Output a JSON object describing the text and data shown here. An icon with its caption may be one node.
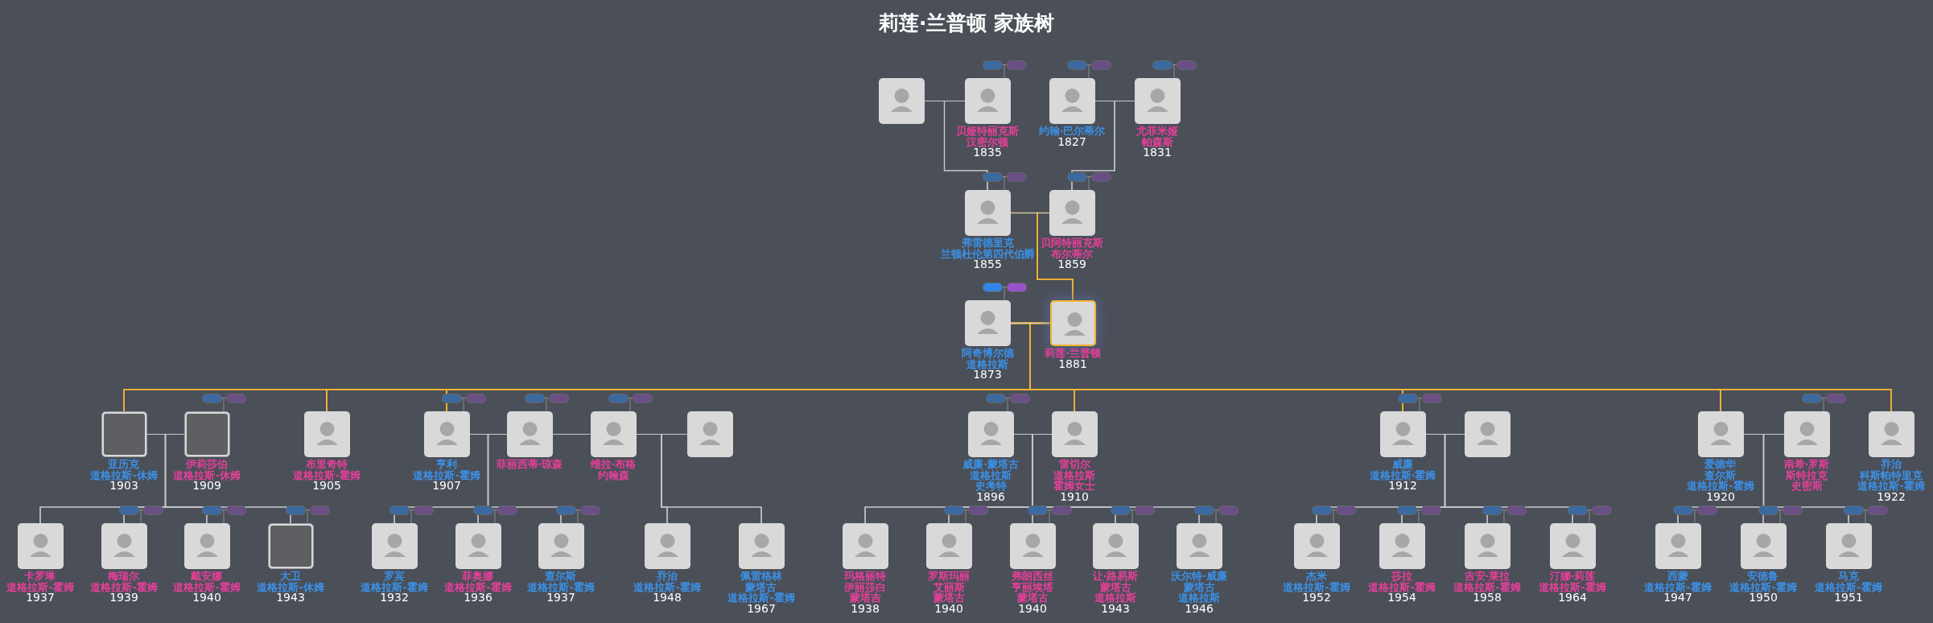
{
  "diagram": {
    "title": "莉莲·兰普顿 家族树",
    "nodes": [
      {
        "text": [],
        "shape": "person"
      },
      {
        "text": [
          "贝娅特丽克斯",
          "汉密尔顿",
          "1835"
        ]
      },
      {
        "text": [
          "约翰·巴尔蒂尔",
          "1827"
        ]
      },
      {
        "text": [
          "尤菲米娅",
          "帕森斯",
          "1831"
        ]
      },
      {
        "text": [
          "弗雷德里克",
          "兰顿杜伦第四代伯爵",
          "1855"
        ]
      },
      {
        "text": [
          "贝阿特丽克斯",
          "布尔蒂尔",
          "1859"
        ]
      },
      {
        "text": [
          "阿奇博尔德",
          "道格拉斯",
          "1873"
        ]
      },
      {
        "text": [
          "莉莲·兰普顿",
          "1881"
        ]
      },
      {
        "text": [
          "亚历克",
          "道格拉斯-休姆",
          "1903"
        ]
      },
      {
        "text": [
          "伊莉莎伯",
          "道格拉斯-休姆",
          "1909"
        ]
      },
      {
        "text": [
          "布里奇特",
          "道格拉斯-霍姆",
          "1905"
        ]
      },
      {
        "text": [
          "亨利",
          "道格拉斯-霍姆",
          "1907"
        ]
      },
      {
        "text": [
          "菲丽西蒂·琼森"
        ]
      },
      {
        "text": [
          "维拉·布格",
          "约翰森"
        ]
      },
      {
        "text": [],
        "shape": "person"
      },
      {
        "text": [
          "威廉·蒙塔古",
          "道格拉斯",
          "史考特",
          "1896"
        ]
      },
      {
        "text": [
          "雷切尔",
          "道格拉斯",
          "霍姆女士",
          "1910"
        ]
      },
      {
        "text": [
          "威廉",
          "道格拉斯·霍姆",
          "1912"
        ]
      },
      {
        "text": [],
        "shape": "person"
      },
      {
        "text": [
          "爱德华",
          "查尔斯",
          "道格拉斯-霍姆",
          "1920"
        ]
      },
      {
        "text": [
          "南希·罗斯",
          "斯特拉克",
          "史密斯"
        ]
      },
      {
        "text": [
          "乔治",
          "科斯帕特里克",
          "道格拉斯-霍姆",
          "1922"
        ]
      },
      {
        "text": [
          "卡罗琳",
          "道格拉斯-霍姆",
          "1937"
        ]
      },
      {
        "text": [
          "梅瑞尔",
          "道格拉斯-霍姆",
          "1939"
        ]
      },
      {
        "text": [
          "戴安娜",
          "道格拉斯-霍姆",
          "1940"
        ]
      },
      {
        "text": [
          "大卫",
          "道格拉斯-休姆",
          "1943"
        ]
      },
      {
        "text": [
          "罗宾",
          "道格拉斯-霍姆",
          "1932"
        ]
      },
      {
        "text": [
          "菲奥娜",
          "道格拉斯-霍姆",
          "1936"
        ]
      },
      {
        "text": [
          "查尔斯",
          "道格拉斯-霍姆",
          "1937"
        ]
      },
      {
        "text": [
          "乔治",
          "道格拉斯-霍姆",
          "1948"
        ]
      },
      {
        "text": [
          "佩雷格林",
          "蒙塔古",
          "道格拉斯-霍姆",
          "1967"
        ]
      },
      {
        "text": [
          "玛格丽特",
          "伊丽莎白",
          "蒙塔吉",
          "1938"
        ]
      },
      {
        "text": [
          "罗斯玛丽",
          "艾丽斯",
          "蒙塔古",
          "1940"
        ]
      },
      {
        "text": [
          "弗朗西丝",
          "亨丽埃塔",
          "蒙塔古",
          "1940"
        ]
      },
      {
        "text": [
          "让·路易斯",
          "蒙塔古",
          "道格拉斯",
          "1943"
        ]
      },
      {
        "text": [
          "沃尔特·威廉",
          "蒙塔古",
          "道格拉斯",
          "1946"
        ]
      },
      {
        "text": [
          "杰米",
          "道格拉斯-霍姆",
          "1952"
        ]
      },
      {
        "text": [
          "莎拉",
          "道格拉斯-霍姆",
          "1954"
        ]
      },
      {
        "text": [
          "吉安·莱拉",
          "道格拉斯-霍姆",
          "1958"
        ]
      },
      {
        "text": [
          "汀娜·莉莲",
          "道格拉斯-霍姆",
          "1964"
        ]
      },
      {
        "text": [
          "西蒙",
          "道格拉斯-霍姆",
          "1947"
        ]
      },
      {
        "text": [
          "安德鲁",
          "道格拉斯-霍姆",
          "1950"
        ]
      },
      {
        "text": [
          "马克",
          "道格拉斯-霍姆",
          "1951"
        ]
      }
    ],
    "edges": [
      {
        "from": 0,
        "to": 4,
        "arrow": "none"
      },
      {
        "from": 1,
        "to": 4,
        "arrow": "none"
      },
      {
        "from": 2,
        "to": 5,
        "arrow": "none"
      },
      {
        "from": 3,
        "to": 5,
        "arrow": "none"
      },
      {
        "from": 4,
        "to": 7,
        "arrow": "none",
        "color": "#f2b534"
      },
      {
        "from": 5,
        "to": 7,
        "arrow": "none",
        "color": "#f2b534"
      },
      {
        "from": 6,
        "to": 8,
        "arrow": "none",
        "color": "#f2b534"
      },
      {
        "from": 7,
        "to": 8,
        "arrow": "none",
        "color": "#f2b534"
      },
      {
        "from": 6,
        "to": 10,
        "arrow": "none",
        "color": "#f2b534"
      },
      {
        "from": 7,
        "to": 10,
        "arrow": "none",
        "color": "#f2b534"
      },
      {
        "from": 6,
        "to": 11,
        "arrow": "none",
        "color": "#f2b534"
      },
      {
        "from": 7,
        "to": 11,
        "arrow": "none",
        "color": "#f2b534"
      },
      {
        "from": 6,
        "to": 16,
        "arrow": "none",
        "color": "#f2b534"
      },
      {
        "from": 7,
        "to": 16,
        "arrow": "none",
        "color": "#f2b534"
      },
      {
        "from": 6,
        "to": 17,
        "arrow": "none",
        "color": "#f2b534"
      },
      {
        "from": 7,
        "to": 17,
        "arrow": "none",
        "color": "#f2b534"
      },
      {
        "from": 6,
        "to": 19,
        "arrow": "none",
        "color": "#f2b534"
      },
      {
        "from": 7,
        "to": 19,
        "arrow": "none",
        "color": "#f2b534"
      },
      {
        "from": 6,
        "to": 21,
        "arrow": "none",
        "color": "#f2b534"
      },
      {
        "from": 7,
        "to": 21,
        "arrow": "none",
        "color": "#f2b534"
      },
      {
        "from": 8,
        "to": 22,
        "arrow": "none"
      },
      {
        "from": 9,
        "to": 22,
        "arrow": "none"
      },
      {
        "from": 8,
        "to": 23,
        "arrow": "none"
      },
      {
        "from": 9,
        "to": 23,
        "arrow": "none"
      },
      {
        "from": 8,
        "to": 24,
        "arrow": "none"
      },
      {
        "from": 9,
        "to": 24,
        "arrow": "none"
      },
      {
        "from": 8,
        "to": 25,
        "arrow": "none"
      },
      {
        "from": 9,
        "to": 25,
        "arrow": "none"
      },
      {
        "from": 11,
        "to": 26,
        "arrow": "none"
      },
      {
        "from": 12,
        "to": 26,
        "arrow": "none"
      },
      {
        "from": 11,
        "to": 27,
        "arrow": "none"
      },
      {
        "from": 12,
        "to": 27,
        "arrow": "none"
      },
      {
        "from": 11,
        "to": 28,
        "arrow": "none"
      },
      {
        "from": 12,
        "to": 28,
        "arrow": "none"
      },
      {
        "from": 13,
        "to": 29,
        "arrow": "none"
      },
      {
        "from": 14,
        "to": 29,
        "arrow": "none"
      },
      {
        "from": 13,
        "to": 30,
        "arrow": "none"
      },
      {
        "from": 14,
        "to": 30,
        "arrow": "none"
      },
      {
        "from": 15,
        "to": 31,
        "arrow": "none"
      },
      {
        "from": 16,
        "to": 31,
        "arrow": "none"
      },
      {
        "from": 15,
        "to": 32,
        "arrow": "none"
      },
      {
        "from": 16,
        "to": 32,
        "arrow": "none"
      },
      {
        "from": 15,
        "to": 33,
        "arrow": "none"
      },
      {
        "from": 16,
        "to": 33,
        "arrow": "none"
      },
      {
        "from": 15,
        "to": 34,
        "arrow": "none"
      },
      {
        "from": 16,
        "to": 34,
        "arrow": "none"
      },
      {
        "from": 15,
        "to": 35,
        "arrow": "none"
      },
      {
        "from": 16,
        "to": 35,
        "arrow": "none"
      },
      {
        "from": 17,
        "to": 36,
        "arrow": "none"
      },
      {
        "from": 18,
        "to": 36,
        "arrow": "none"
      },
      {
        "from": 17,
        "to": 37,
        "arrow": "none"
      },
      {
        "from": 18,
        "to": 37,
        "arrow": "none"
      },
      {
        "from": 17,
        "to": 38,
        "arrow": "none"
      },
      {
        "from": 18,
        "to": 38,
        "arrow": "none"
      },
      {
        "from": 17,
        "to": 39,
        "arrow": "none"
      },
      {
        "from": 18,
        "to": 39,
        "arrow": "none"
      },
      {
        "from": 19,
        "to": 40,
        "arrow": "none"
      },
      {
        "from": 20,
        "to": 40,
        "arrow": "none"
      },
      {
        "from": 19,
        "to": 41,
        "arrow": "none"
      },
      {
        "from": 20,
        "to": 41,
        "arrow": "none"
      },
      {
        "from": 19,
        "to": 42,
        "arrow": "none"
      },
      {
        "from": 20,
        "to": 42,
        "arrow": "none"
      },
      {
        "from": 0,
        "to": 1,
        "arrow": "none"
      },
      {
        "from": 2,
        "to": 3,
        "arrow": "none"
      },
      {
        "from": 4,
        "to": 5,
        "arrow": "none"
      },
      {
        "from": 6,
        "to": 7,
        "arrow": "none"
      },
      {
        "from": 8,
        "to": 9,
        "arrow": "none"
      },
      {
        "from": 11,
        "to": 12,
        "arrow": "none"
      },
      {
        "from": 12,
        "to": 13,
        "arrow": "none"
      },
      {
        "from": 13,
        "to": 14,
        "arrow": "none"
      },
      {
        "from": 15,
        "to": 16,
        "arrow": "none"
      },
      {
        "from": 17,
        "to": 18,
        "arrow": "none"
      },
      {
        "from": 19,
        "to": 20,
        "arrow": "none"
      }
    ]
  }
}
